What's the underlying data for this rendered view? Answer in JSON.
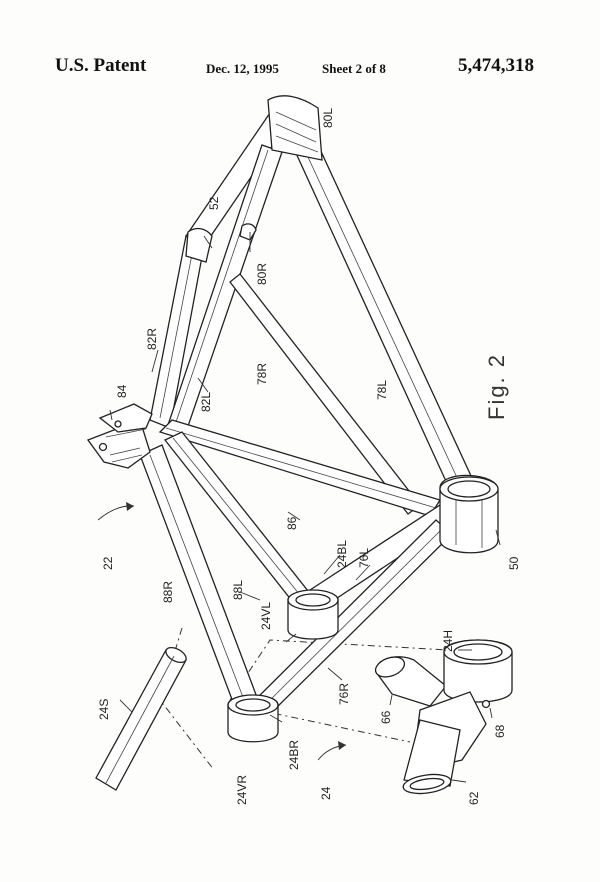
{
  "header": {
    "patent_label": "U.S. Patent",
    "date": "Dec. 12, 1995",
    "sheet": "Sheet 2 of 8",
    "number": "5,474,318"
  },
  "figure": {
    "label": "Fig. 2",
    "refs": {
      "r80L": "80L",
      "r52": "52",
      "r80R": "80R",
      "r82R": "82R",
      "r78R": "78R",
      "r78L": "78L",
      "r82L": "82L",
      "r84": "84",
      "r86": "86",
      "r22": "22",
      "r24BL": "24BL",
      "r76L": "76L",
      "r88L": "88L",
      "r88R": "88R",
      "r24VL": "24VL",
      "r50": "50",
      "r24H": "24H",
      "r24S": "24S",
      "r76R": "76R",
      "r66": "66",
      "r68": "68",
      "r62": "62",
      "r24VR": "24VR",
      "r24BR": "24BR",
      "r24": "24"
    }
  }
}
